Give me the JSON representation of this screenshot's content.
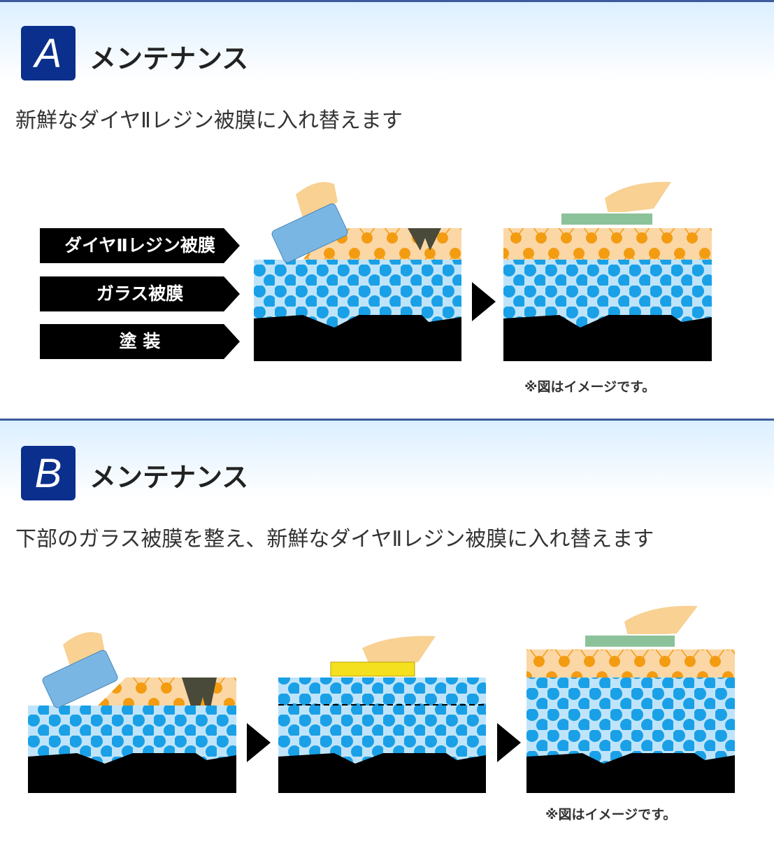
{
  "sections": [
    {
      "badge": "A",
      "title": "メンテナンス",
      "description": "新鮮なダイヤⅡレジン被膜に入れ替えます",
      "labels": [
        "ダイヤⅡレジン被膜",
        "ガラス被膜",
        "塗 装"
      ],
      "note": "※図はイメージです。"
    },
    {
      "badge": "B",
      "title": "メンテナンス",
      "description": "下部のガラス被膜を整え、新鮮なダイヤⅡレジン被膜に入れ替えます",
      "note": "※図はイメージです。"
    }
  ],
  "colors": {
    "badge": "#0b2f8c",
    "glass": "#1aa0e6",
    "resin": "#f39c12",
    "paint": "#000000"
  }
}
